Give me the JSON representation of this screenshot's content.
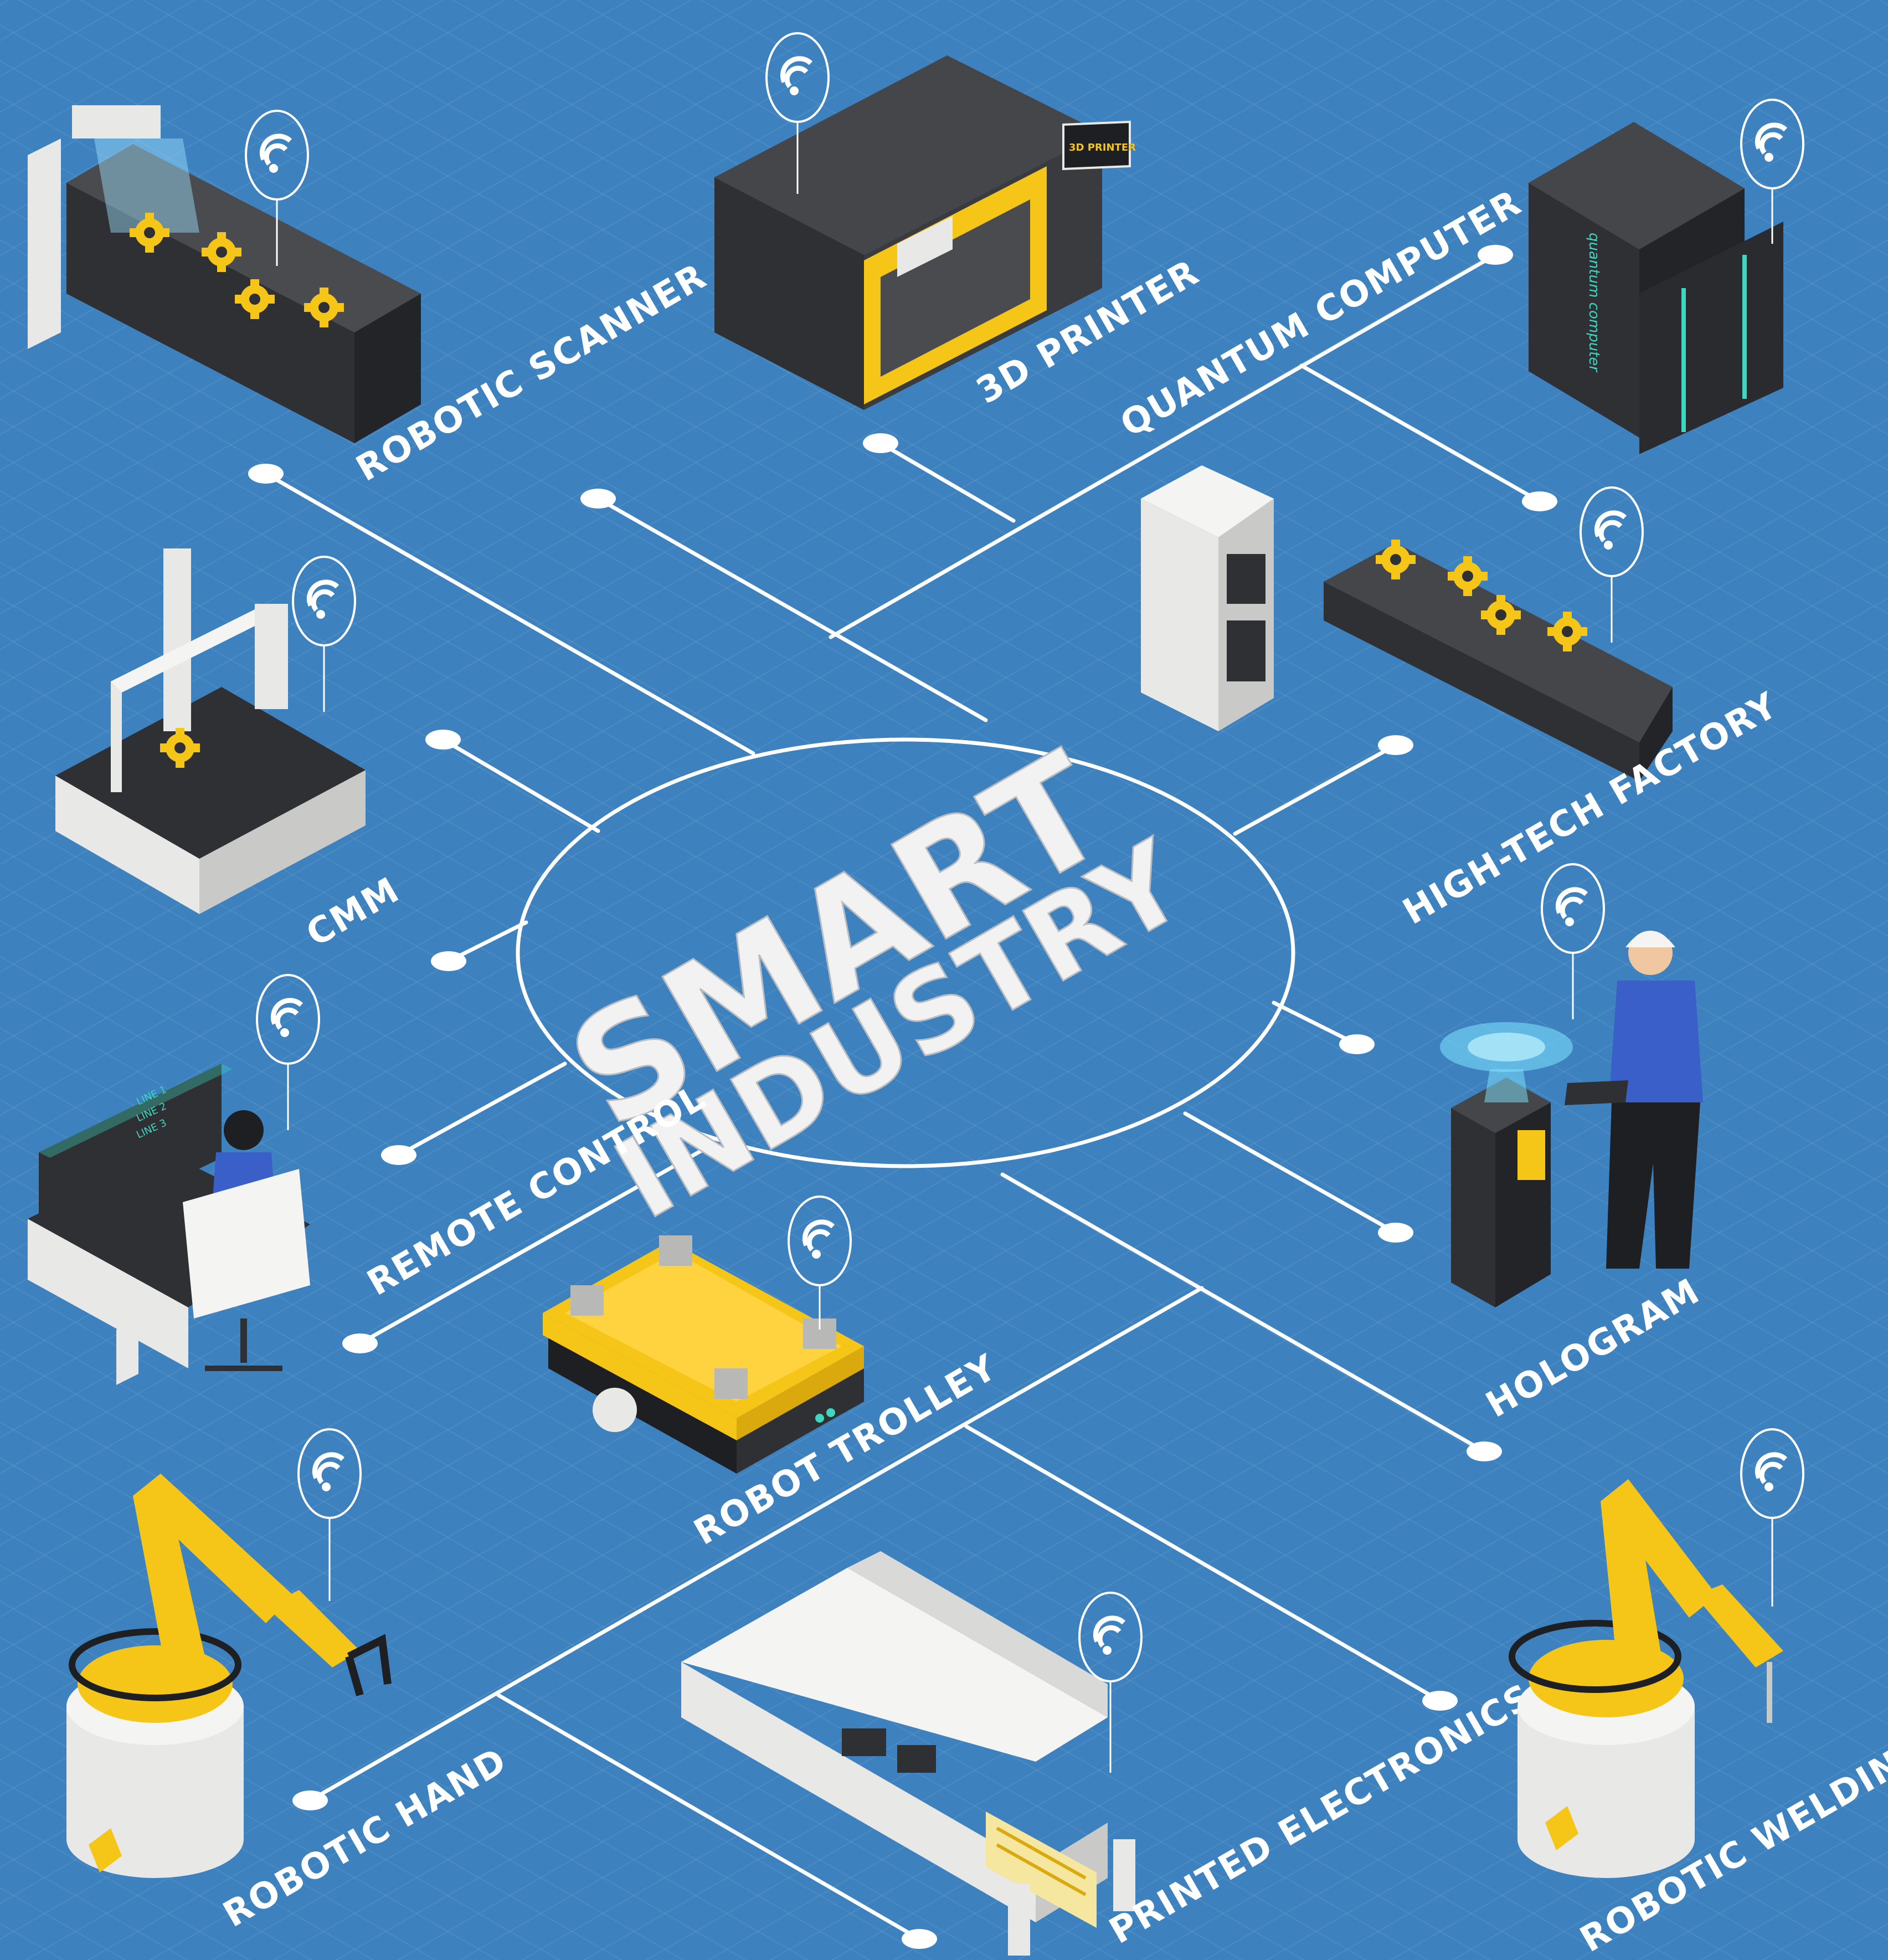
{
  "title": {
    "line1": "SMART",
    "line2": "INDUSTRY"
  },
  "nodes": [
    {
      "key": "robotic_scanner",
      "label": "ROBOTIC SCANNER",
      "icon": "conveyor-scanner-icon"
    },
    {
      "key": "printer_3d",
      "label": "3D PRINTER",
      "icon": "3d-printer-icon"
    },
    {
      "key": "quantum_computer",
      "label": "QUANTUM COMPUTER",
      "icon": "server-cabinet-icon"
    },
    {
      "key": "high_tech_factory",
      "label": "HIGH-TECH FACTORY",
      "icon": "factory-conveyor-icon"
    },
    {
      "key": "cmm",
      "label": "CMM",
      "icon": "measuring-machine-icon"
    },
    {
      "key": "hologram",
      "label": "HOLOGRAM",
      "icon": "hologram-projector-icon"
    },
    {
      "key": "remote_control",
      "label": "REMOTE CONTROL",
      "icon": "control-desk-icon"
    },
    {
      "key": "robot_trolley",
      "label": "ROBOT TROLLEY",
      "icon": "agv-trolley-icon"
    },
    {
      "key": "robotic_hand",
      "label": "ROBOTIC HAND",
      "icon": "robot-arm-gripper-icon"
    },
    {
      "key": "printed_electronics",
      "label": "PRINTED ELECTRONICS",
      "icon": "pcb-printer-icon"
    },
    {
      "key": "robotic_welding",
      "label": "ROBOTIC WELDING",
      "icon": "robot-arm-welder-icon"
    }
  ],
  "device_marks": {
    "printer_sign": "3D PRINTER",
    "server_text": "quantum computer",
    "screen_lines": [
      "LINE 1",
      "LINE 2",
      "LINE 3"
    ]
  },
  "colors": {
    "background": "#3d82bf",
    "connector": "#ffffff",
    "accent_yellow": "#f5c518",
    "machine_dark": "#2f3033",
    "machine_light": "#e8e8e6",
    "screen_teal": "#3ed6c0"
  },
  "decor_icons": [
    "wifi-icon"
  ]
}
